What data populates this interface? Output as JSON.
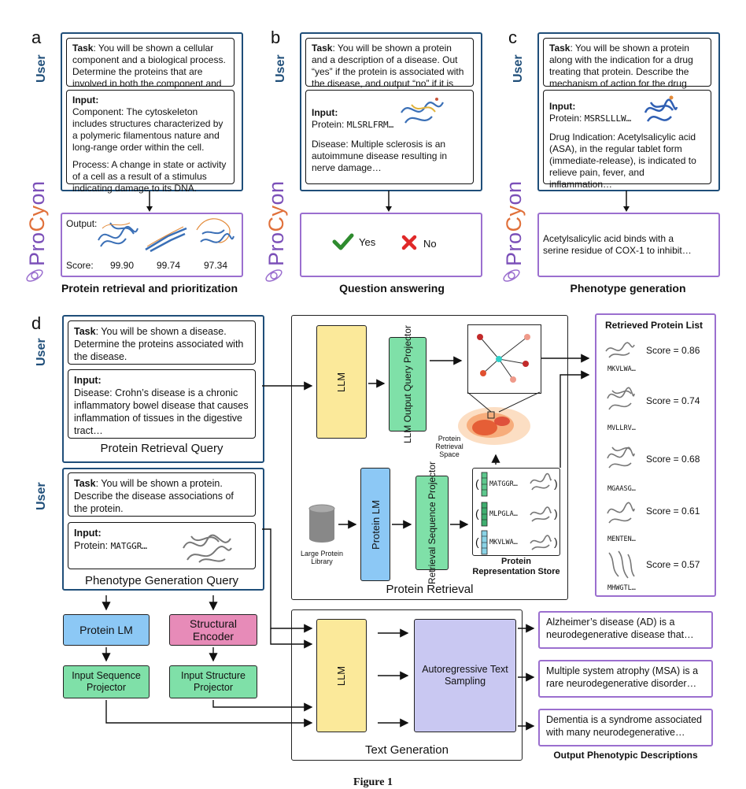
{
  "panel_letters": {
    "a": "a",
    "b": "b",
    "c": "c",
    "d": "d"
  },
  "user_label": "User",
  "procyon": {
    "pro": "Pro",
    "cy": "Cy",
    "on": "on"
  },
  "panel_a": {
    "task_bold": "Task",
    "task_text": ": You will be shown a cellular component and a biological process. Determine the proteins that are involved in both the component and process.",
    "input_label": "Input:",
    "component_text": "Component: The cytoskeleton includes structures characterized by a polymeric filamentous nature and long-range order within the cell.",
    "process_text": "Process: A change in state or activity of a cell as a result of a stimulus indicating damage to its DNA.",
    "output_label": "Output:",
    "score_label": "Score:",
    "scores": [
      "99.90",
      "99.74",
      "97.34"
    ],
    "caption": "Protein retrieval and prioritization"
  },
  "panel_b": {
    "task_bold": "Task",
    "task_text": ": You will be shown a protein and a description of a disease. Out “yes” if the protein is associated with the disease, and output “no” if it is unrelated.",
    "input_label": "Input:",
    "protein_label": "Protein:",
    "protein_seq": "MLSRLFRM…",
    "disease_text": "Disease: Multiple sclerosis is an autoimmune disease resulting in nerve damage…",
    "yes": "Yes",
    "no": "No",
    "caption": "Question answering"
  },
  "panel_c": {
    "task_bold": "Task",
    "task_text": ": You will be shown a protein along with the indication for a drug treating that protein. Describe the mechanism of action for the drug with this indication.",
    "input_label": "Input:",
    "protein_label": "Protein:",
    "protein_seq": "MSRSLLLW…",
    "drug_text": "Drug Indication: Acetylsalicylic acid (ASA), in the regular tablet form (immediate-release), is indicated to relieve pain, fever, and inflammation…",
    "output_text": "Acetylsalicylic acid binds with a serine residue of COX-1 to inhibit…",
    "caption": "Phenotype generation"
  },
  "panel_d": {
    "query1": {
      "task_bold": "Task",
      "task_text": ": You will be shown a disease. Determine the proteins associated with the disease.",
      "input_label": "Input:",
      "disease_text": "Disease: Crohn’s disease is a chronic inflammatory bowel disease that causes inflammation of tissues in the digestive tract…",
      "title": "Protein Retrieval Query"
    },
    "query2": {
      "task_bold": "Task",
      "task_text": ": You will be shown a protein. Describe the disease associations of the protein.",
      "input_label": "Input:",
      "protein_label": "Protein:",
      "protein_seq": "MATGGR…",
      "title": "Phenotype Generation Query"
    },
    "retrieval": {
      "llm": "LLM",
      "llm_projector": "LLM Output Query Projector",
      "space_label": "Protein Retrieval Space",
      "library_label": "Large Protein Library",
      "protein_lm": "Protein LM",
      "seq_projector": "Retrieval Sequence Projector",
      "store_entries": [
        "MATGGR…",
        "MLPGLA…",
        "MKVLWA…"
      ],
      "store_label": "Protein Representation Store",
      "title": "Protein Retrieval"
    },
    "retrieved_list": {
      "title": "Retrieved Protein List",
      "items": [
        {
          "seq": "MKVLWA…",
          "score": "Score = 0.86"
        },
        {
          "seq": "MVLLRV…",
          "score": "Score = 0.74"
        },
        {
          "seq": "MGAASG…",
          "score": "Score = 0.68"
        },
        {
          "seq": "MENTEN…",
          "score": "Score = 0.61"
        },
        {
          "seq": "MHWGTL…",
          "score": "Score = 0.57"
        }
      ]
    },
    "encoders": {
      "protein_lm": "Protein LM",
      "structural_encoder": "Structural Encoder",
      "input_seq_projector": "Input Sequence Projector",
      "input_struct_projector": "Input Structure Projector"
    },
    "generation": {
      "llm": "LLM",
      "sampling": "Autoregressive Text Sampling",
      "title": "Text Generation"
    },
    "outputs": [
      "Alzheimer’s disease (AD) is a neurodegenerative disease that…",
      "Multiple system atrophy (MSA) is a rare neurodegenerative disorder…",
      "Dementia is a syndrome associated with many neurodegenerative…"
    ],
    "outputs_label": "Output Phenotypic Descriptions"
  },
  "figure_caption": "Figure 1",
  "colors": {
    "user_blue": "#1f4e79",
    "procyon_purple": "#9b6fcf",
    "llm_yellow": "#fbe99a",
    "projector_green": "#7fe0a8",
    "protein_lm_blue": "#8cc8f5",
    "structural_pink": "#e78bb8",
    "sampling_lavender": "#c9c8f2",
    "yes_green": "#2e8b2e",
    "no_red": "#e02828"
  }
}
